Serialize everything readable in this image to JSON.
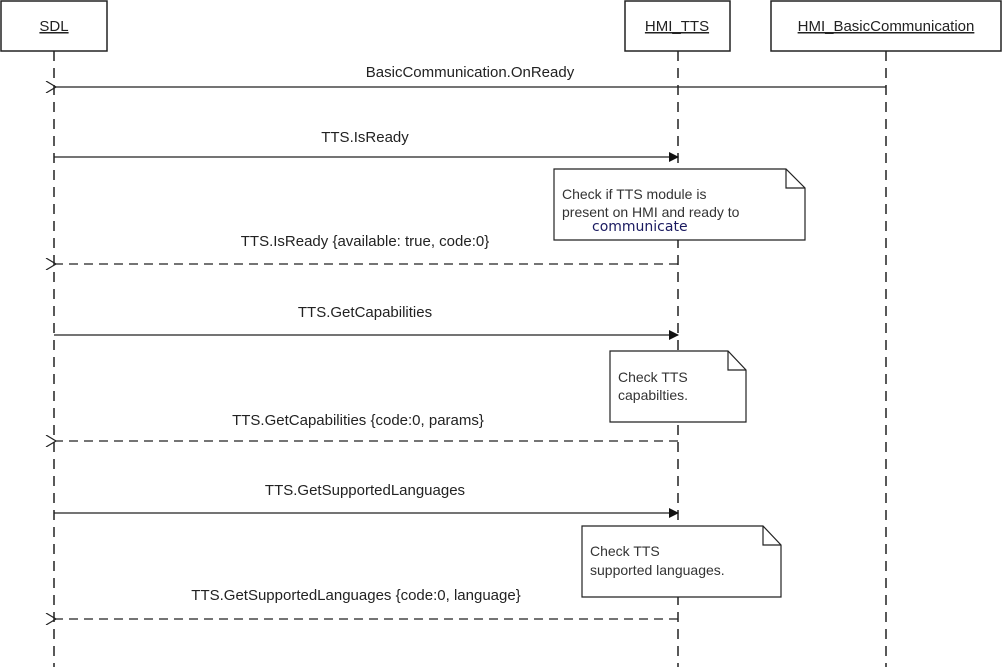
{
  "participants": [
    {
      "id": "sdl",
      "label": "SDL"
    },
    {
      "id": "hmi_tts",
      "label": "HMI_TTS"
    },
    {
      "id": "hmi_bc",
      "label": "HMI_BasicCommunication"
    }
  ],
  "messages": [
    {
      "label": "BasicCommunication.OnReady",
      "from": "hmi_bc",
      "to": "sdl",
      "kind": "async"
    },
    {
      "label": "TTS.IsReady",
      "from": "sdl",
      "to": "hmi_tts",
      "kind": "sync"
    },
    {
      "label": "TTS.IsReady {available: true, code:0}",
      "from": "hmi_tts",
      "to": "sdl",
      "kind": "return"
    },
    {
      "label": "TTS.GetCapabilities",
      "from": "sdl",
      "to": "hmi_tts",
      "kind": "sync"
    },
    {
      "label": "TTS.GetCapabilities {code:0, params}",
      "from": "hmi_tts",
      "to": "sdl",
      "kind": "return"
    },
    {
      "label": "TTS.GetSupportedLanguages",
      "from": "sdl",
      "to": "hmi_tts",
      "kind": "sync"
    },
    {
      "label": "TTS.GetSupportedLanguages {code:0, language}",
      "from": "hmi_tts",
      "to": "sdl",
      "kind": "return"
    }
  ],
  "notes": [
    {
      "lines": [
        "Check if TTS module is",
        "present on HMI and ready to",
        "communicate"
      ]
    },
    {
      "lines": [
        "Check TTS",
        "capabilties."
      ]
    },
    {
      "lines": [
        "Check TTS",
        "supported languages."
      ]
    }
  ]
}
